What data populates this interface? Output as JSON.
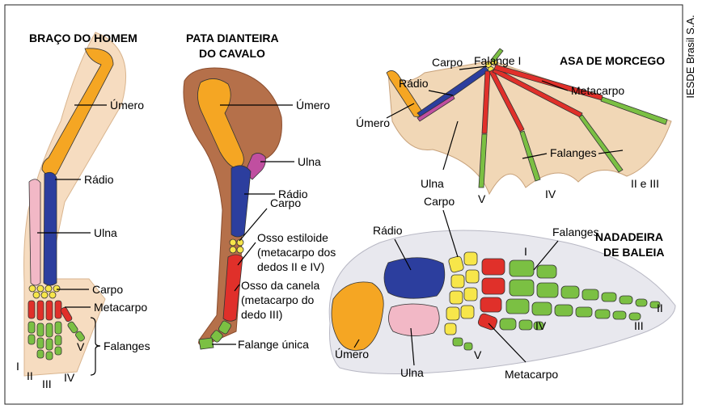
{
  "credit": "IESDE Brasil S.A.",
  "panels": {
    "human": {
      "title": "BRAÇO DO HOMEM",
      "labels": {
        "umero": "Úmero",
        "radio": "Rádio",
        "ulna": "Ulna",
        "carpo": "Carpo",
        "metacarpo": "Metacarpo",
        "falanges": "Falanges"
      },
      "digits": [
        "I",
        "II",
        "III",
        "IV",
        "V"
      ]
    },
    "horse": {
      "title_line1": "PATA DIANTEIRA",
      "title_line2": "DO CAVALO",
      "labels": {
        "umero": "Úmero",
        "ulna": "Ulna",
        "radio": "Rádio",
        "carpo": "Carpo",
        "estiloide_1": "Osso estiloide",
        "estiloide_2": "(metacarpo dos",
        "estiloide_3": "dedos II e IV)",
        "canela_1": "Osso da canela",
        "canela_2": "(metacarpo do",
        "canela_3": "dedo III)",
        "falange_unica": "Falange única"
      }
    },
    "bat": {
      "title": "ASA DE MORCEGO",
      "labels": {
        "carpo": "Carpo",
        "falange_i": "Falange I",
        "radio": "Rádio",
        "metacarpo": "Metacarpo",
        "umero": "Úmero",
        "falanges": "Falanges",
        "ulna": "Ulna",
        "v": "V",
        "iv": "IV",
        "ii_iii": "II e III"
      }
    },
    "whale": {
      "title_line1": "NADADEIRA",
      "title_line2": "DE BALEIA",
      "labels": {
        "radio": "Rádio",
        "carpo": "Carpo",
        "falanges": "Falanges",
        "i": "I",
        "ii": "II",
        "iii": "III",
        "iv": "IV",
        "v": "V",
        "umero": "Úmero",
        "ulna": "Ulna",
        "metacarpo": "Metacarpo"
      }
    }
  },
  "colors": {
    "humerus": "#f5a623",
    "radius": "#2c3e9e",
    "ulna": "#f2b8c6",
    "ulna_horse": "#c04fa0",
    "carpal": "#f7e64a",
    "metacarpal": "#e0302a",
    "phalanx": "#7bc043",
    "skin": "#f6dcc0",
    "horse_skin": "#b5704a",
    "bat_membrane": "#f1d7b6",
    "whale_skin": "#e8e8ee"
  }
}
